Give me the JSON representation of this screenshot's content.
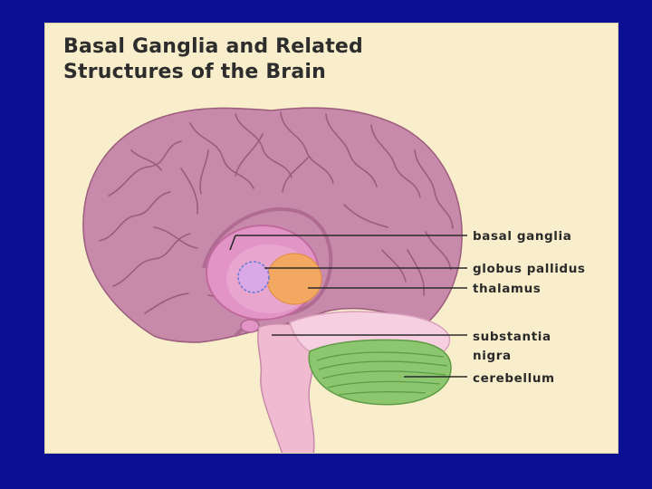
{
  "title": {
    "line1": "Basal Ganglia and Related",
    "line2": "Structures of the Brain"
  },
  "labels": {
    "basal_ganglia": "basal ganglia",
    "globus_pallidus": "globus pallidus",
    "thalamus": "thalamus",
    "substantia_nigra_1": "substantia",
    "substantia_nigra_2": "nigra",
    "cerebellum": "cerebellum"
  },
  "colors": {
    "background": "#0b0f94",
    "panel": "#f8eecb",
    "cerebrum": "#c88aaa",
    "gyri_lines": "#9c5c7c",
    "basal_ganglia": "#e394c6",
    "globus_pallidus": "#7c8cd6",
    "thalamus": "#f2a860",
    "cerebellum": "#8cc770",
    "brainstem": "#f0bad0",
    "pons": "#f6cfe0"
  }
}
